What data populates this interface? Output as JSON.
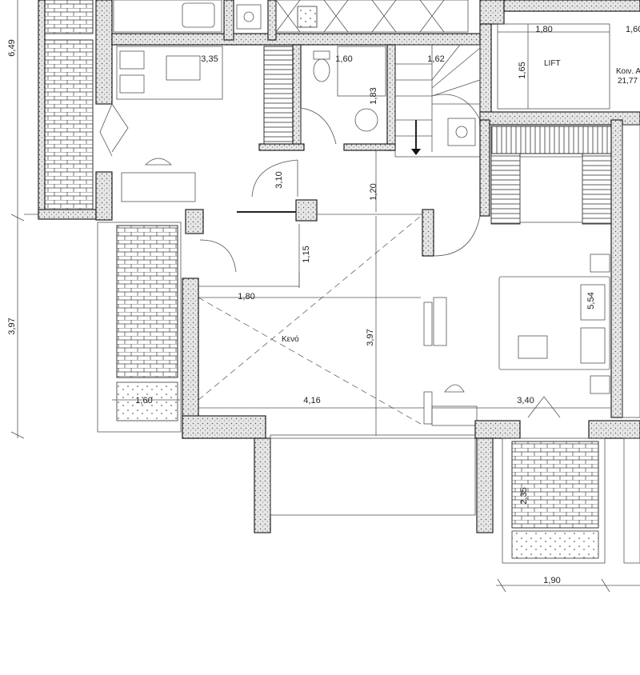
{
  "dimensions": {
    "d649": "6,49",
    "d397_left": "3,97",
    "d335": "3,35",
    "d160_wc": "1,60",
    "d162": "1,62",
    "d183": "1,83",
    "d180_lift": "1,80",
    "d160_top": "1,60",
    "d310": "3,10",
    "d120": "1,20",
    "d115": "1,15",
    "d180_void": "1,80",
    "d397_void": "3,97",
    "d416": "4,16",
    "d160_bal": "1,60",
    "d340": "3,40",
    "d554": "5,54",
    "d235": "2,35",
    "d190": "1,90"
  },
  "labels": {
    "lift": "LIFT",
    "void": "Κενό",
    "common_area": "Κοιν. Α",
    "common_area_value": "21,77"
  }
}
